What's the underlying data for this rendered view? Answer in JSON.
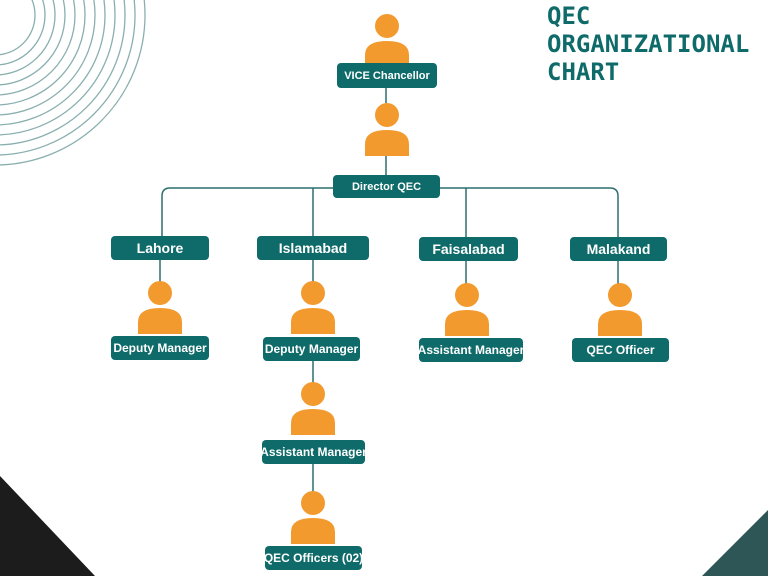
{
  "title": {
    "line1": "QEC",
    "line2": "ORGANIZATIONAL",
    "line3": "CHART"
  },
  "colors": {
    "teal": "#0f6b6a",
    "orange": "#f29a2e",
    "line": "#2a6f6d",
    "dark": "#1c1c1c"
  },
  "top": {
    "vice_chancellor": "VICE Chancellor",
    "director": "Director QEC"
  },
  "campuses": [
    {
      "name": "Lahore",
      "roles": [
        "Deputy Manager"
      ]
    },
    {
      "name": "Islamabad",
      "roles": [
        "Deputy Manager",
        "Assistant Manager",
        "QEC Officers (02)"
      ]
    },
    {
      "name": "Faisalabad",
      "roles": [
        "Assistant Manager"
      ]
    },
    {
      "name": "Malakand",
      "roles": [
        "QEC Officer"
      ]
    }
  ],
  "icons": {
    "person": "person-icon"
  }
}
